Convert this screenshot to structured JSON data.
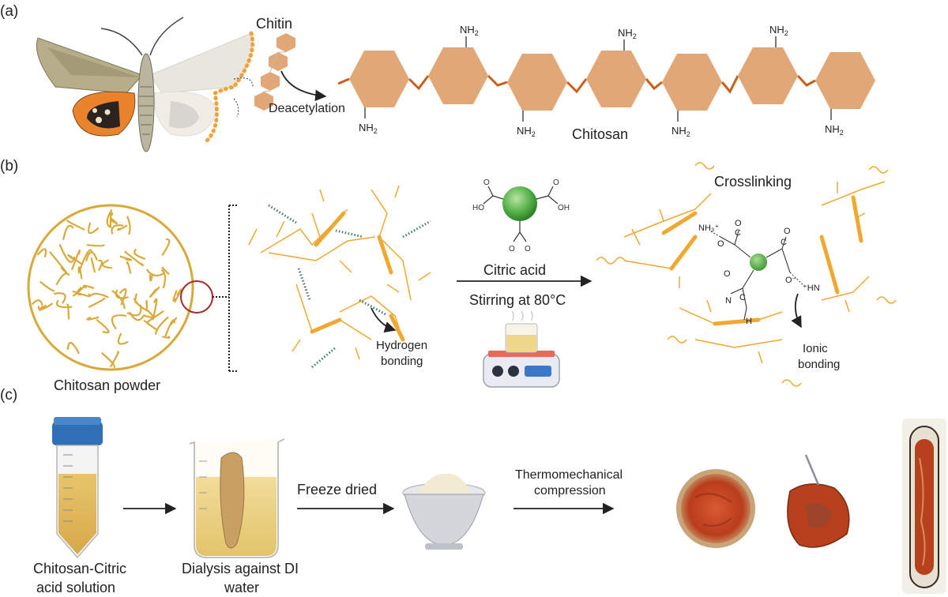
{
  "panel_a": {
    "label": "(a)",
    "chitin": "Chitin",
    "deacetylation": "Deacetylation",
    "chitosan": "Chitosan",
    "amine_group": "NH",
    "amine_sub": "2"
  },
  "panel_b": {
    "label": "(b)",
    "chitosan_powder": "Chitosan powder",
    "hydrogen_bonding_line1": "Hydrogen",
    "hydrogen_bonding_line2": "bonding",
    "citric_acid": "Citric acid",
    "stirring": "Stirring at 80°C",
    "crosslinking": "Crosslinking",
    "ionic_bonding_line1": "Ionic",
    "ionic_bonding_line2": "bonding",
    "chem_o": "O",
    "chem_ho": "HO",
    "chem_oh": "OH",
    "chem_c": "C",
    "chem_n": "N",
    "chem_h": "H",
    "chem_nh3": "NH₃⁺",
    "chem_hn": "⁺HN",
    "chem_o_minus": "O⁻"
  },
  "panel_c": {
    "label": "(c)",
    "solution_line1": "Chitosan-Citric",
    "solution_line2": "acid solution",
    "dialysis_line1": "Dialysis against DI",
    "dialysis_line2": "water",
    "freeze_dried": "Freeze dried",
    "thermo_line1": "Thermomechanical",
    "thermo_line2": "compression"
  },
  "colors": {
    "chitosan_ring": "#e2a777",
    "linker": "#c8601d",
    "strand": "#f0a830",
    "powder": "#d9a93a",
    "hbond": "#4a7a6a",
    "citric_center": "#58b34a",
    "tube_cap": "#2e6fb6",
    "liquid": "#e9c870",
    "product": "#c4401f"
  }
}
